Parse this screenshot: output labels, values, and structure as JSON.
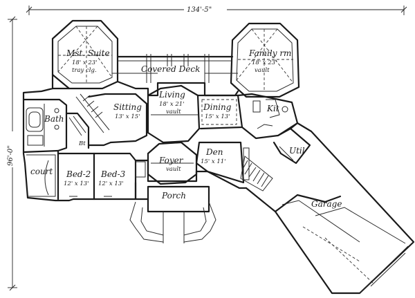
{
  "dimensions": {
    "width": "134'-5\"",
    "depth": "96'-0\""
  },
  "rooms": {
    "master_suite": {
      "name": "Mst. Suite",
      "size": "18' x 23'",
      "note": "tray clg."
    },
    "family_room": {
      "name": "Family rm",
      "size": "18' x 23'",
      "note": "vault"
    },
    "covered_deck": {
      "name": "Covered Deck"
    },
    "sitting": {
      "name": "Sitting",
      "size": "13' x 15'"
    },
    "living": {
      "name": "Living",
      "size": "18' x 21'",
      "note": "vault"
    },
    "dining": {
      "name": "Dining",
      "size": "15' x 13'"
    },
    "kit": {
      "name": "Kit"
    },
    "bath": {
      "name": "Bath"
    },
    "bt": {
      "name": "Bt"
    },
    "court": {
      "name": "court"
    },
    "bed2": {
      "name": "Bed-2",
      "size": "12' x 13'"
    },
    "bed3": {
      "name": "Bed-3",
      "size": "12' x 13'"
    },
    "foyer": {
      "name": "Foyer",
      "note": "vault"
    },
    "den": {
      "name": "Den",
      "size": "15' x 11'"
    },
    "util": {
      "name": "Util"
    },
    "garage": {
      "name": "Garage"
    },
    "porch": {
      "name": "Porch"
    }
  }
}
